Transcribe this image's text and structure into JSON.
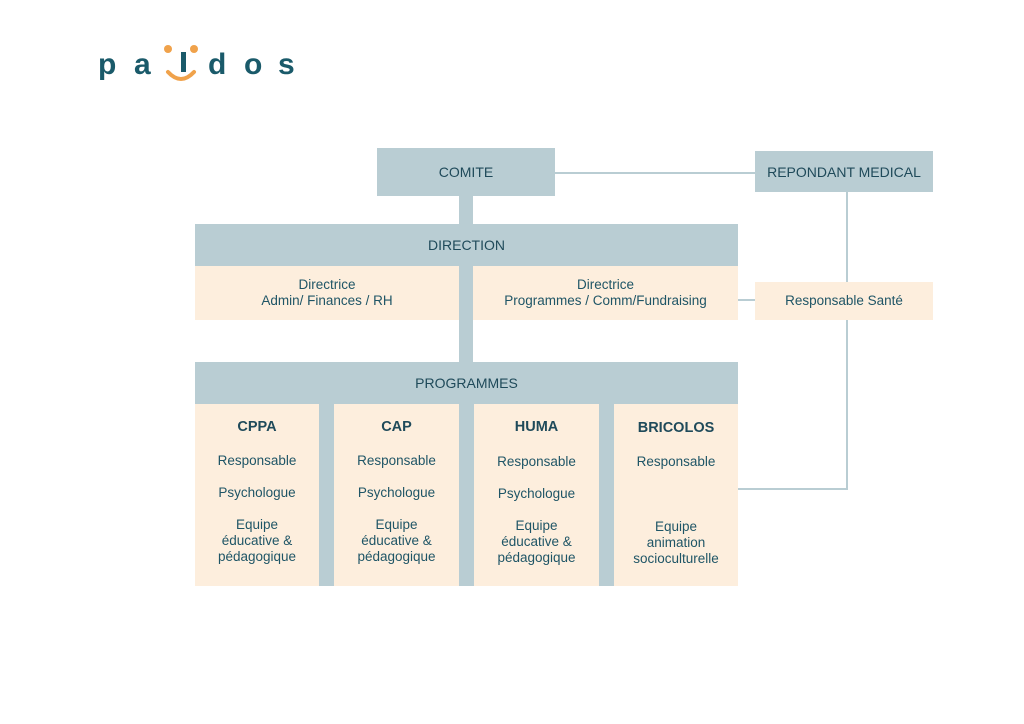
{
  "logo": {
    "letters": [
      "p",
      "a",
      "i",
      "d",
      "o",
      "s"
    ],
    "text_color": "#1a5a6a",
    "accent_color": "#f0a24b"
  },
  "colors": {
    "box_blue": "#b9cdd3",
    "box_cream": "#fdeedd",
    "text_dark": "#1f4a5a"
  },
  "org": {
    "comite": "COMITE",
    "repondant": "REPONDANT MEDICAL",
    "direction": "DIRECTION",
    "directrice_left": {
      "line1": "Directrice",
      "line2": "Admin/ Finances / RH"
    },
    "directrice_right": {
      "line1": "Directrice",
      "line2": "Programmes / Comm/Fundraising"
    },
    "responsable_sante": "Responsable Santé",
    "programmes": "PROGRAMMES",
    "columns": [
      {
        "title": "CPPA",
        "responsable": "Responsable",
        "psychologue": "Psychologue",
        "equipe": [
          "Equipe",
          "éducative &",
          "pédagogique"
        ]
      },
      {
        "title": "CAP",
        "responsable": "Responsable",
        "psychologue": "Psychologue",
        "equipe": [
          "Equipe",
          "éducative &",
          "pédagogique"
        ]
      },
      {
        "title": "HUMA",
        "responsable": "Responsable",
        "psychologue": "Psychologue",
        "equipe": [
          "Equipe",
          "éducative &",
          "pédagogique"
        ]
      },
      {
        "title": "BRICOLOS",
        "responsable": "Responsable",
        "equipe": [
          "Equipe",
          "animation",
          "socioculturelle"
        ]
      }
    ]
  }
}
